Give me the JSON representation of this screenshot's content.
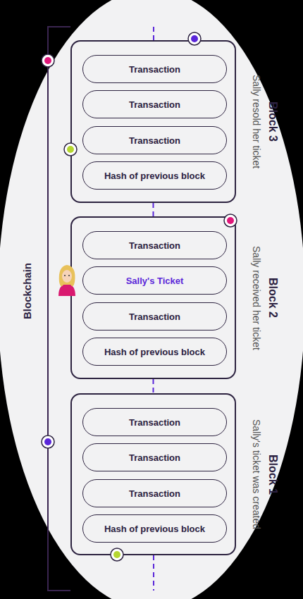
{
  "diagram": {
    "nodes": [
      {
        "text": [
          "Block 3",
          "Sally resold her ticket"
        ]
      },
      {
        "text": [
          "Transaction"
        ],
        "in": 0
      },
      {
        "text": [
          "Transaction"
        ],
        "in": 0
      },
      {
        "text": [
          "Transaction"
        ],
        "in": 0
      },
      {
        "text": [
          "Hash of previous block"
        ],
        "in": 0
      },
      {
        "text": [
          "Block 2",
          "Sally received her ticket"
        ]
      },
      {
        "text": [
          "Transaction"
        ],
        "in": 5
      },
      {
        "text": [
          "Sally's Ticket"
        ],
        "in": 5
      },
      {
        "text": [
          "Transaction"
        ],
        "in": 5
      },
      {
        "text": [
          "Hash of previous block"
        ],
        "in": 5
      },
      {
        "text": [
          "Block 1",
          "Sally's ticket was created"
        ]
      },
      {
        "text": [
          "Transaction"
        ],
        "in": 10
      },
      {
        "text": [
          "Transaction"
        ],
        "in": 10
      },
      {
        "text": [
          "Transaction"
        ],
        "in": 10
      },
      {
        "text": [
          "Hash of previous block"
        ],
        "in": 10
      }
    ],
    "edges": [
      {
        "from": 0,
        "to": 5,
        "arrow": "none"
      },
      {
        "from": 5,
        "to": 10,
        "arrow": "none"
      }
    ],
    "labels": [
      "Blockchain"
    ]
  }
}
